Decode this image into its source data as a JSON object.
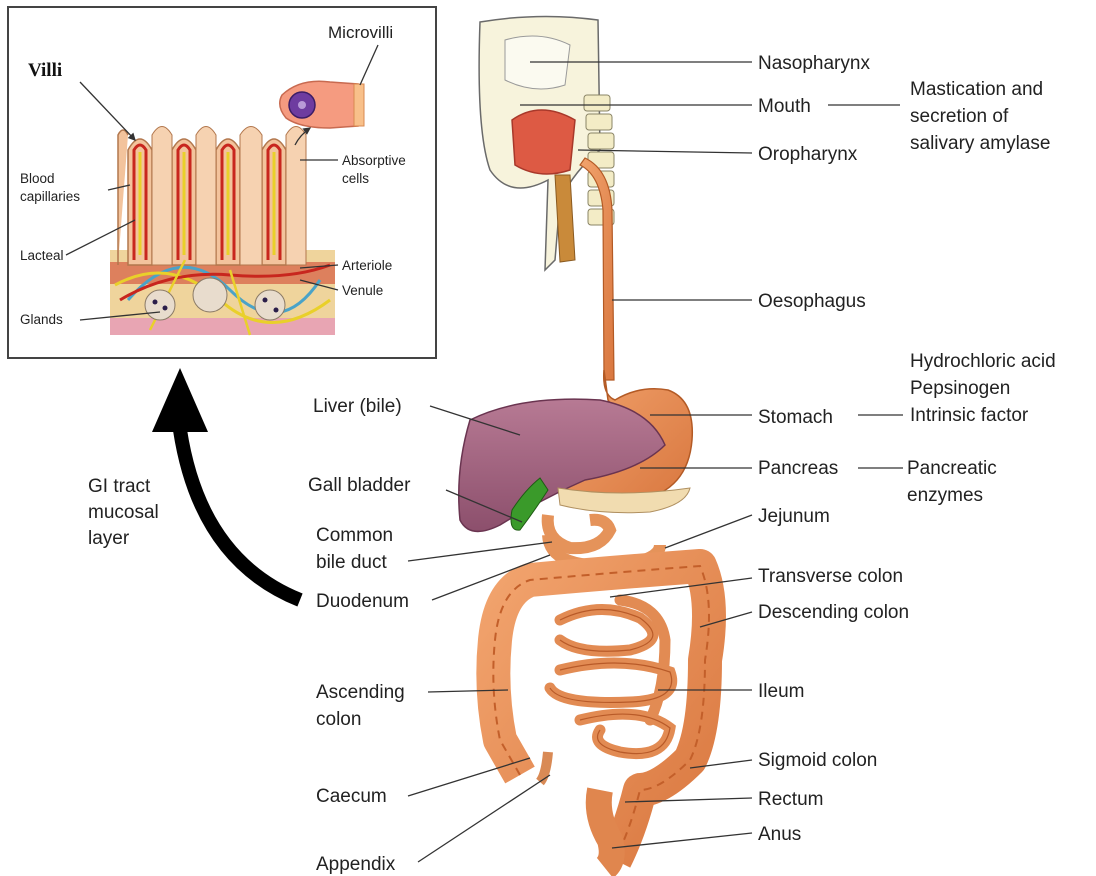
{
  "inset": {
    "villi": "Villi",
    "microvilli": "Microvilli",
    "absorptive_cells": [
      "Absorptive",
      "cells"
    ],
    "blood_capillaries": [
      "Blood",
      "capillaries"
    ],
    "lacteal": "Lacteal",
    "arteriole": "Arteriole",
    "venule": "Venule",
    "glands": "Glands"
  },
  "gi_tract": [
    "GI tract",
    "mucosal",
    "layer"
  ],
  "right_labels": {
    "nasopharynx": "Nasopharynx",
    "mouth": "Mouth",
    "oropharynx": "Oropharynx",
    "oesophagus": "Oesophagus",
    "stomach": "Stomach",
    "pancreas": "Pancreas",
    "jejunum": "Jejunum",
    "transverse_colon": "Transverse colon",
    "descending_colon": "Descending colon",
    "ileum": "Ileum",
    "sigmoid_colon": "Sigmoid colon",
    "rectum": "Rectum",
    "anus": "Anus"
  },
  "left_labels": {
    "liver": "Liver (bile)",
    "gall_bladder": "Gall bladder",
    "common_bile_duct": [
      "Common",
      "bile duct"
    ],
    "duodenum": "Duodenum",
    "ascending_colon": [
      "Ascending",
      "colon"
    ],
    "caecum": "Caecum",
    "appendix": "Appendix"
  },
  "functions": {
    "mouth": [
      "Mastication and",
      "secretion of",
      "salivary amylase"
    ],
    "stomach": [
      "Hydrochloric acid",
      "Pepsinogen",
      "Intrinsic factor"
    ],
    "pancreas": [
      "Pancreatic",
      "enzymes"
    ]
  }
}
